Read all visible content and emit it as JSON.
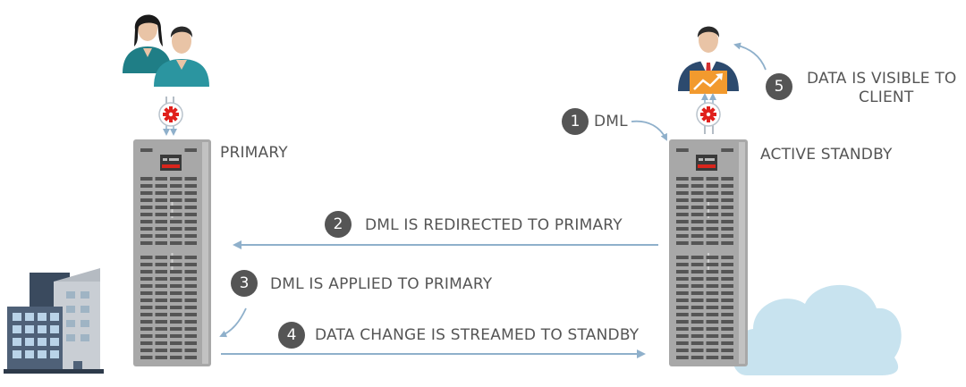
{
  "labels": {
    "primary": "PRIMARY",
    "standby": "ACTIVE STANDBY"
  },
  "steps": [
    {
      "number": "1",
      "text": "DML"
    },
    {
      "number": "2",
      "text": "DML IS REDIRECTED TO PRIMARY"
    },
    {
      "number": "3",
      "text": "DML IS APPLIED TO PRIMARY"
    },
    {
      "number": "4",
      "text": "DATA CHANGE IS STREAMED TO STANDBY"
    },
    {
      "number": "5",
      "text_line1": "DATA IS VISIBLE TO",
      "text_line2": "CLIENT"
    }
  ],
  "icons": {
    "users": "two-users-icon",
    "client": "business-user-chart-icon",
    "gear": "gear-icon",
    "server": "server-rack-icon",
    "building": "office-building-icon",
    "cloud": "cloud-icon"
  },
  "colors": {
    "badge": "#555555",
    "arrow": "#8fb0cb",
    "server": "#a8a8a8",
    "gear": "#e0201c",
    "teal": "#1f7e86",
    "chart": "#f29a2e",
    "cloud": "#c8e3ef",
    "building": "#4f6178"
  }
}
